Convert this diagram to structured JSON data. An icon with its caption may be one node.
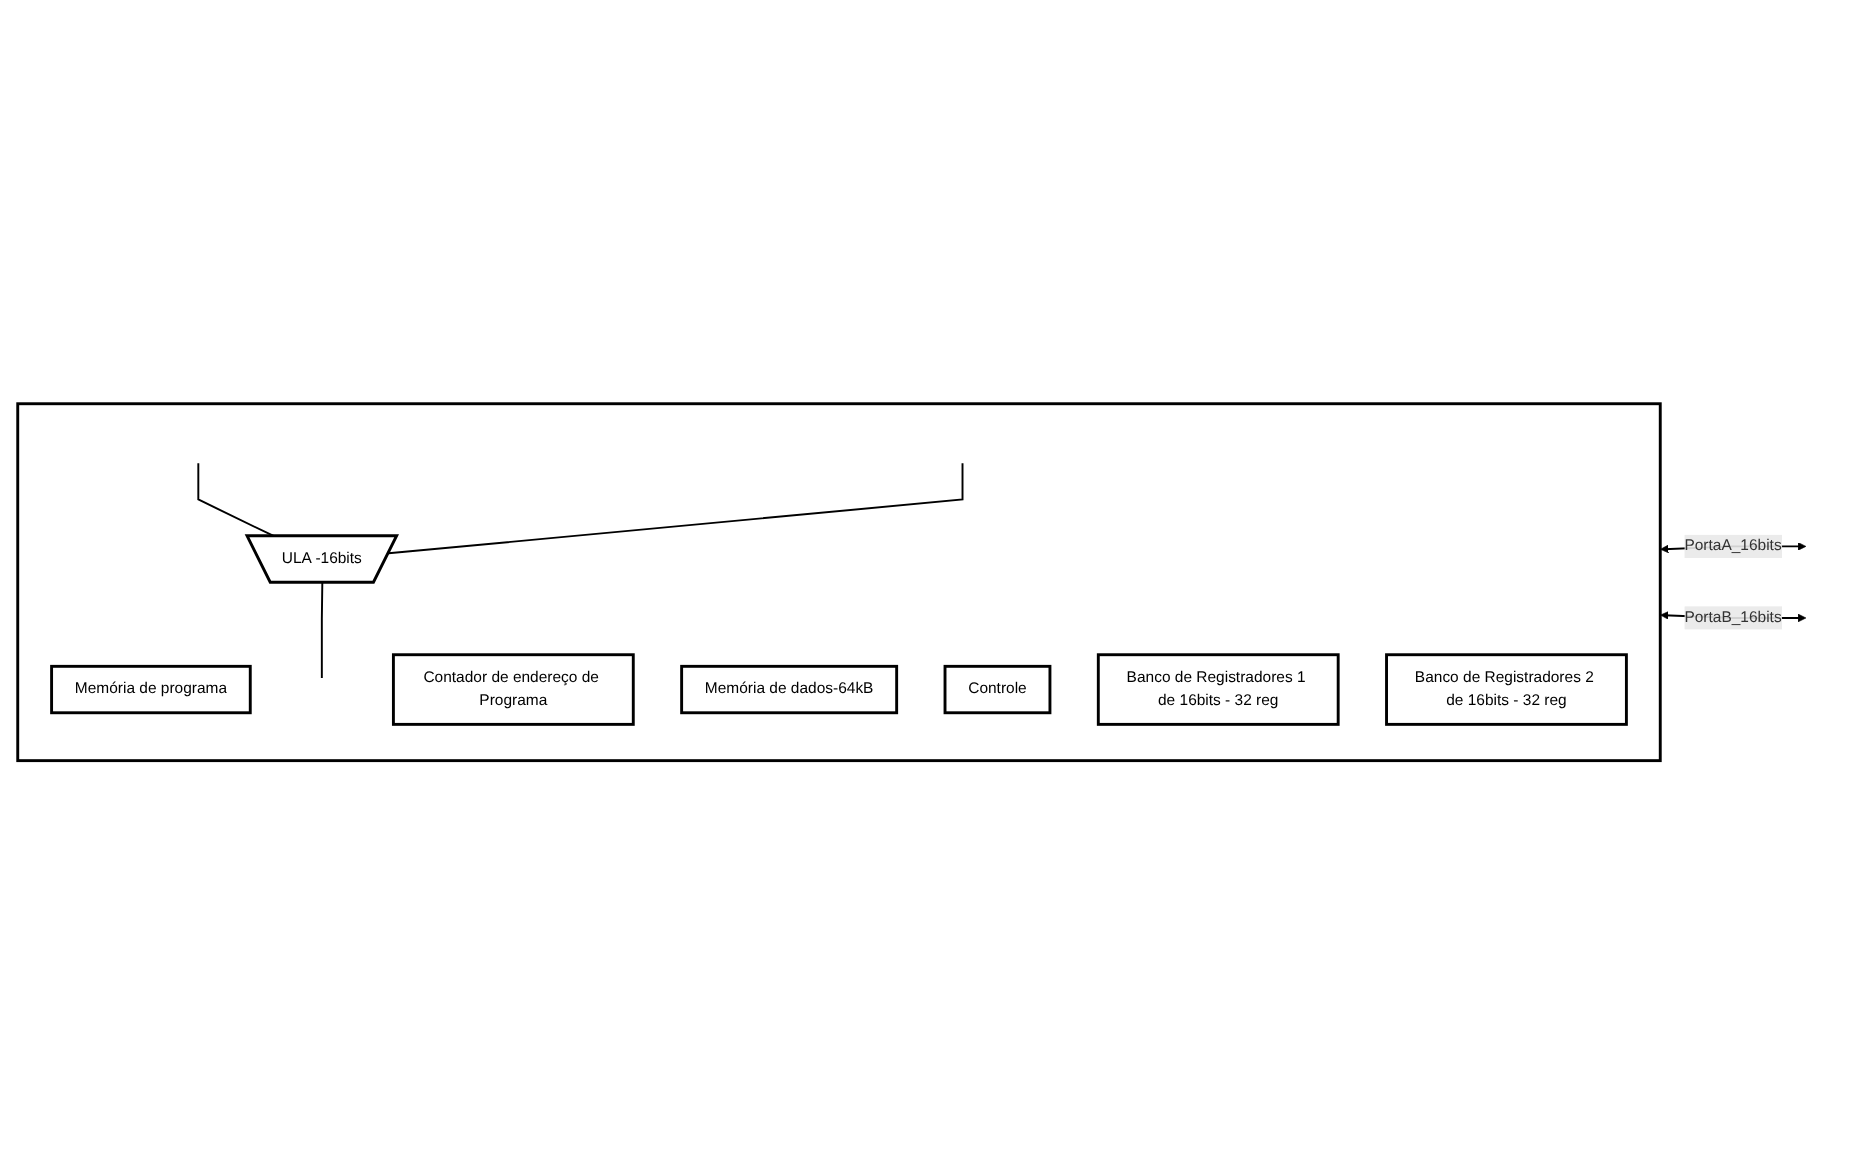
{
  "diagram": {
    "nodes": [
      {
        "text": [],
        "shape": "box"
      },
      {
        "text": [
          "Memória de programa"
        ],
        "in": 0
      },
      {
        "text": [
          "Contador de endereço de Programa"
        ],
        "in": 0
      },
      {
        "text": [
          "ULA -16bits"
        ],
        "in": 0
      },
      {
        "text": [
          "Memória de dados-64kB"
        ],
        "in": 0
      },
      {
        "text": [
          "Controle"
        ],
        "in": 0
      },
      {
        "text": [
          "Banco de Registradores 1 de 16bits - 32 reg"
        ],
        "in": 0
      },
      {
        "text": [
          "Banco de Registradores 2 de 16bits - 32 reg"
        ],
        "in": 0
      }
    ],
    "edges": [
      {
        "from": null,
        "to": 3,
        "arrow": "none"
      },
      {
        "from": null,
        "to": 3,
        "arrow": "none"
      },
      {
        "from": 3,
        "to": null,
        "arrow": "none"
      },
      {
        "from": 0,
        "to": null,
        "arrow": "both",
        "label": "PortaA_16bits"
      },
      {
        "from": 0,
        "to": null,
        "arrow": "both",
        "label": "PortaB_16bits"
      }
    ]
  }
}
